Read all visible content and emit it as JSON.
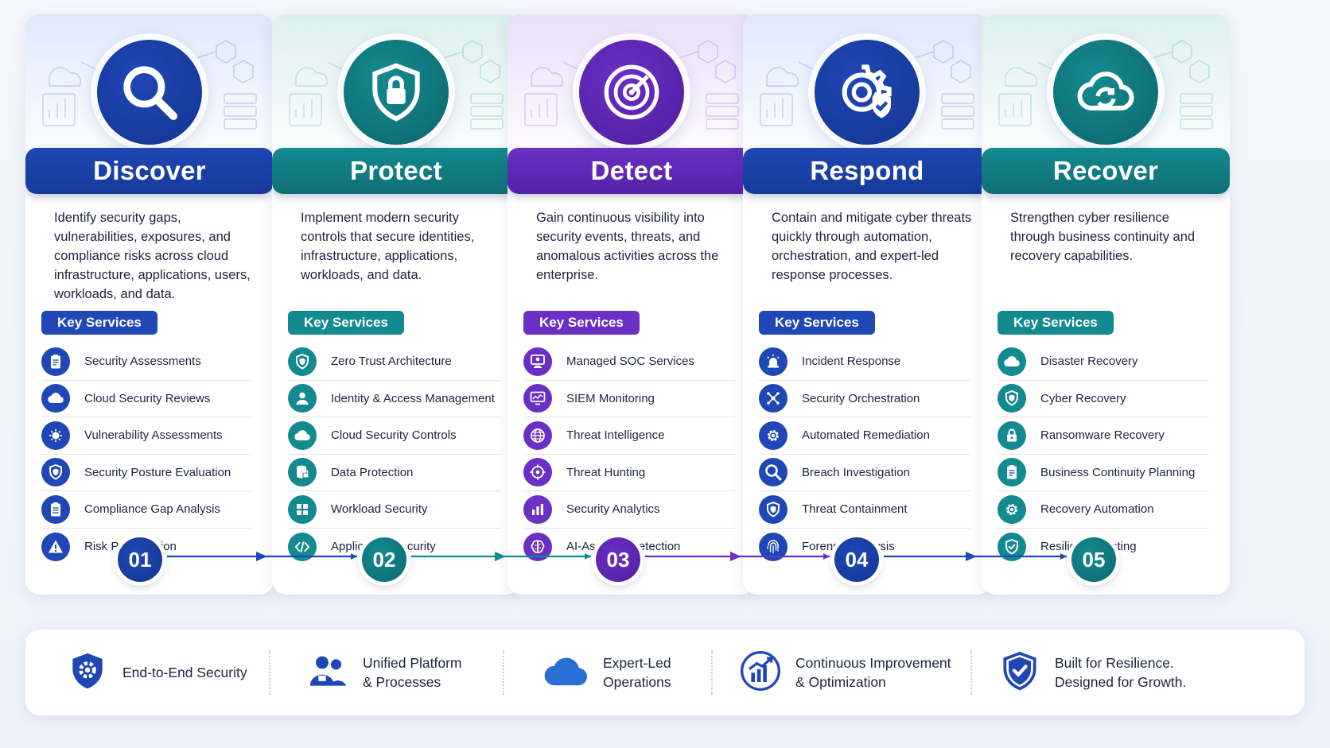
{
  "phases": [
    {
      "title": "Discover",
      "description": "Identify security gaps, vulnerabilities, exposures, and compliance risks across cloud infrastructure, applications, users, workloads, and data.",
      "key_label": "Key Services",
      "step": "01",
      "color": "#1f47b5",
      "color_dark": "#163a9a",
      "icon": "search-icon",
      "services": [
        {
          "label": "Security Assessments",
          "icon": "clipboard-icon"
        },
        {
          "label": "Cloud Security Reviews",
          "icon": "cloud-icon"
        },
        {
          "label": "Vulnerability Assessments",
          "icon": "bug-icon"
        },
        {
          "label": "Security Posture Evaluation",
          "icon": "shield-icon"
        },
        {
          "label": "Compliance Gap Analysis",
          "icon": "checklist-icon"
        },
        {
          "label": "Risk Prioritization",
          "icon": "warning-icon"
        }
      ]
    },
    {
      "title": "Protect",
      "description": "Implement modern security controls that secure identities, infrastructure, applications, workloads, and data.",
      "key_label": "Key Services",
      "step": "02",
      "color": "#138a8f",
      "color_dark": "#0e6f76",
      "icon": "shield-lock-icon",
      "services": [
        {
          "label": "Zero Trust Architecture",
          "icon": "shield-icon"
        },
        {
          "label": "Identity & Access Management",
          "icon": "user-icon"
        },
        {
          "label": "Cloud Security Controls",
          "icon": "cloud-icon"
        },
        {
          "label": "Data Protection",
          "icon": "database-icon"
        },
        {
          "label": "Workload Security",
          "icon": "grid-icon"
        },
        {
          "label": "Application Security",
          "icon": "code-icon"
        }
      ]
    },
    {
      "title": "Detect",
      "description": "Gain continuous visibility into security events, threats, and anomalous activities across the enterprise.",
      "key_label": "Key Services",
      "step": "03",
      "color": "#6a2fc4",
      "color_dark": "#5522a8",
      "icon": "radar-icon",
      "services": [
        {
          "label": "Managed SOC Services",
          "icon": "soc-icon"
        },
        {
          "label": "SIEM Monitoring",
          "icon": "monitor-icon"
        },
        {
          "label": "Threat Intelligence",
          "icon": "globe-icon"
        },
        {
          "label": "Threat Hunting",
          "icon": "crosshair-icon"
        },
        {
          "label": "Security Analytics",
          "icon": "bar-chart-icon"
        },
        {
          "label": "AI-Assisted Detection",
          "icon": "brain-icon"
        }
      ]
    },
    {
      "title": "Respond",
      "description": "Contain and mitigate cyber threats quickly through automation, orchestration, and expert-led response processes.",
      "key_label": "Key Services",
      "step": "04",
      "color": "#1f47b5",
      "color_dark": "#163a9a",
      "icon": "gear-shield-icon",
      "services": [
        {
          "label": "Incident Response",
          "icon": "alarm-icon"
        },
        {
          "label": "Security Orchestration",
          "icon": "network-icon"
        },
        {
          "label": "Automated Remediation",
          "icon": "gear-icon"
        },
        {
          "label": "Breach Investigation",
          "icon": "search-icon"
        },
        {
          "label": "Threat Containment",
          "icon": "shield-icon"
        },
        {
          "label": "Forensic Analysis",
          "icon": "fingerprint-icon"
        }
      ]
    },
    {
      "title": "Recover",
      "description": "Strengthen cyber resilience through business continuity and recovery capabilities.",
      "key_label": "Key Services",
      "step": "05",
      "color": "#138a8f",
      "color_dark": "#0e6f76",
      "icon": "cloud-sync-icon",
      "services": [
        {
          "label": "Disaster Recovery",
          "icon": "cloud-icon"
        },
        {
          "label": "Cyber Recovery",
          "icon": "shield-icon"
        },
        {
          "label": "Ransomware Recovery",
          "icon": "lock-icon"
        },
        {
          "label": "Business Continuity Planning",
          "icon": "clipboard-icon"
        },
        {
          "label": "Recovery Automation",
          "icon": "gear-icon"
        },
        {
          "label": "Resilience Testing",
          "icon": "shield-check-icon"
        }
      ]
    }
  ],
  "features": [
    {
      "line1": "End-to-End Security",
      "line2": "",
      "icon": "shield-gear-icon"
    },
    {
      "line1": "Unified Platform",
      "line2": "& Processes",
      "icon": "team-icon"
    },
    {
      "line1": "Expert-Led",
      "line2": "Operations",
      "icon": "cloud-icon"
    },
    {
      "line1": "Continuous Improvement",
      "line2": "& Optimization",
      "icon": "growth-chart-icon"
    },
    {
      "line1": "Built for Resilience.",
      "line2": "Designed for Growth.",
      "icon": "shield-check-icon"
    }
  ]
}
